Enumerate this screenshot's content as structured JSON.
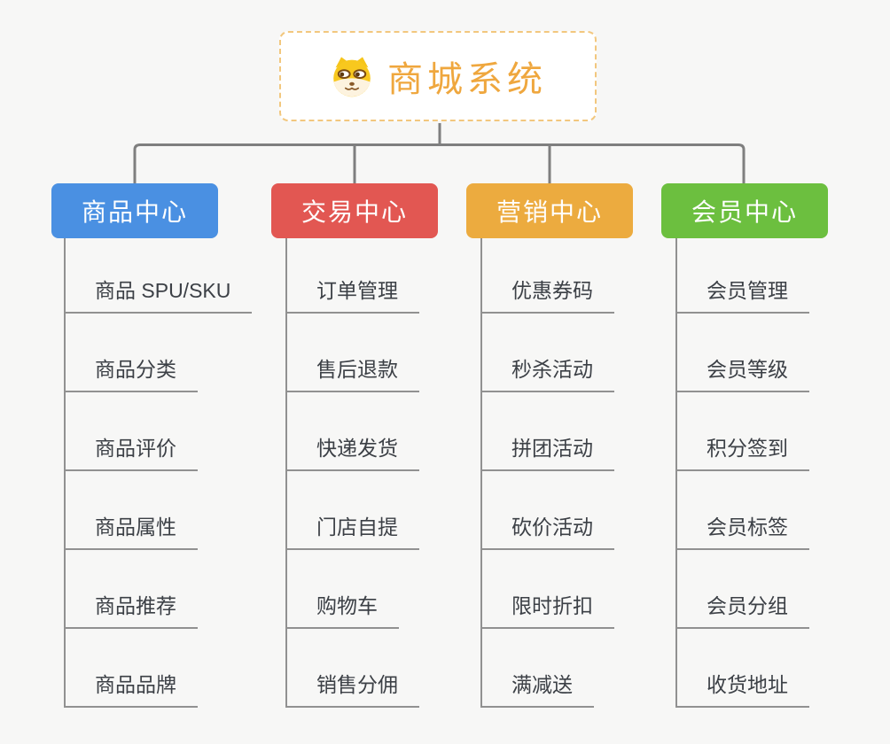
{
  "root": {
    "title": "商城系统",
    "icon": "dog-face-icon"
  },
  "branches": [
    {
      "id": "product-center",
      "label": "商品中心",
      "color": "#4a90e2",
      "children": [
        "商品 SPU/SKU",
        "商品分类",
        "商品评价",
        "商品属性",
        "商品推荐",
        "商品品牌"
      ]
    },
    {
      "id": "trade-center",
      "label": "交易中心",
      "color": "#e25752",
      "children": [
        "订单管理",
        "售后退款",
        "快递发货",
        "门店自提",
        "购物车",
        "销售分佣"
      ]
    },
    {
      "id": "marketing-center",
      "label": "营销中心",
      "color": "#ecab3f",
      "children": [
        "优惠券码",
        "秒杀活动",
        "拼团活动",
        "砍价活动",
        "限时折扣",
        "满减送"
      ]
    },
    {
      "id": "member-center",
      "label": "会员中心",
      "color": "#6cbf3f",
      "children": [
        "会员管理",
        "会员等级",
        "积分签到",
        "会员标签",
        "会员分组",
        "收货地址"
      ]
    }
  ],
  "colors": {
    "background": "#f7f7f6",
    "connector_line": "#7f7f7f",
    "leaf_line": "#919191",
    "root_text": "#efa73e",
    "root_border": "#f2c77e",
    "leaf_text": "#3c4046"
  }
}
